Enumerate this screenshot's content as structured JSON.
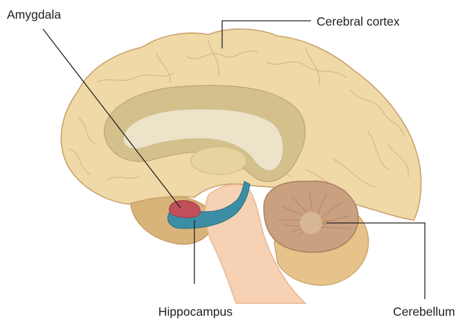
{
  "labels": {
    "amygdala": "Amygdala",
    "cerebral_cortex": "Cerebral cortex",
    "hippocampus": "Hippocampus",
    "cerebellum": "Cerebellum"
  },
  "colors": {
    "cortex": "#efd9a6",
    "cortex_outline": "#c9a06a",
    "corpus_callosum": "#d4c08a",
    "ventricle": "#ece3c8",
    "brainstem": "#f6d1b3",
    "cerebellum": "#c9a080",
    "cerebellum_lower": "#e6c38a",
    "hippocampus": "#3b8ea5",
    "amygdala": "#c0505a",
    "temporal_lobe": "#d9b47a"
  }
}
